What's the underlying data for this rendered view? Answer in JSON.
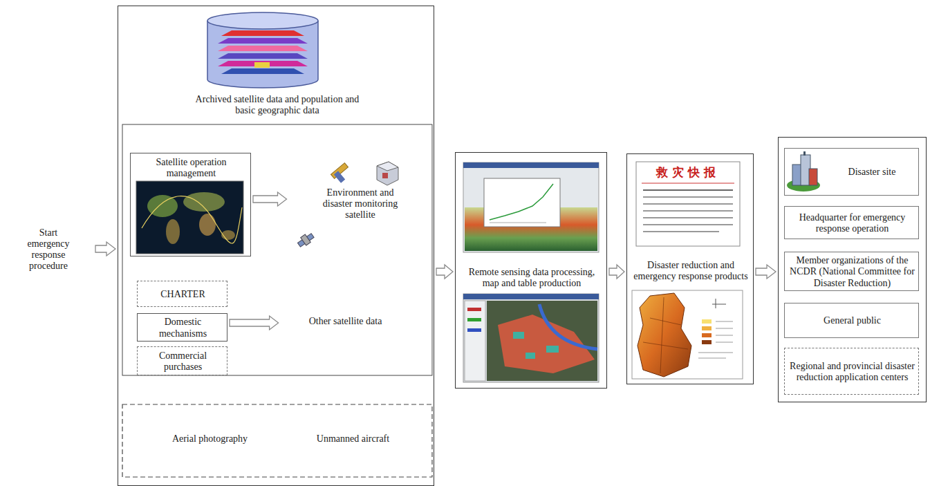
{
  "diagram": {
    "nodes": [
      {
        "text": [
          "Start emergency response procedure"
        ]
      },
      {
        "text": [
          "Archived satellite data and population and basic geographic data"
        ]
      },
      {
        "text": [
          "Satellite operation management"
        ],
        "in": 1
      },
      {
        "text": [
          "Environment and disaster monitoring satellite"
        ],
        "in": 1
      },
      {
        "text": [
          "CHARTER"
        ],
        "in": 1
      },
      {
        "text": [
          "Domestic mechanisms"
        ],
        "in": 1
      },
      {
        "text": [
          "Commercial purchases"
        ],
        "in": 1
      },
      {
        "text": [
          "Other satellite data"
        ],
        "in": 1
      },
      {
        "text": [
          "Aerial photography"
        ],
        "in": 1
      },
      {
        "text": [
          "Unmanned aircraft"
        ],
        "in": 1
      },
      {
        "text": [
          "Remote sensing data processing, map and table production"
        ]
      },
      {
        "text": [
          "Disaster reduction and emergency response products"
        ]
      },
      {
        "text": []
      },
      {
        "text": [
          "Disaster site"
        ],
        "in": 12
      },
      {
        "text": [
          "Headquarter for emergency response operation"
        ],
        "in": 12
      },
      {
        "text": [
          "Member organizations of the NCDR (National Committee for Disaster Reduction)"
        ],
        "in": 12
      },
      {
        "text": [
          "General public"
        ],
        "in": 12
      },
      {
        "text": [
          "Regional and provincial disaster reduction application centers"
        ],
        "in": 12
      }
    ],
    "edges": [
      {
        "from": 0,
        "to": 1,
        "arrow": "to"
      },
      {
        "from": 2,
        "to": 3,
        "arrow": "to"
      },
      {
        "from": 5,
        "to": 7,
        "arrow": "to"
      },
      {
        "from": 1,
        "to": 10,
        "arrow": "to"
      },
      {
        "from": 10,
        "to": 11,
        "arrow": "to"
      },
      {
        "from": 11,
        "to": 12,
        "arrow": "to"
      }
    ],
    "labels": [
      "救灾快报"
    ]
  }
}
